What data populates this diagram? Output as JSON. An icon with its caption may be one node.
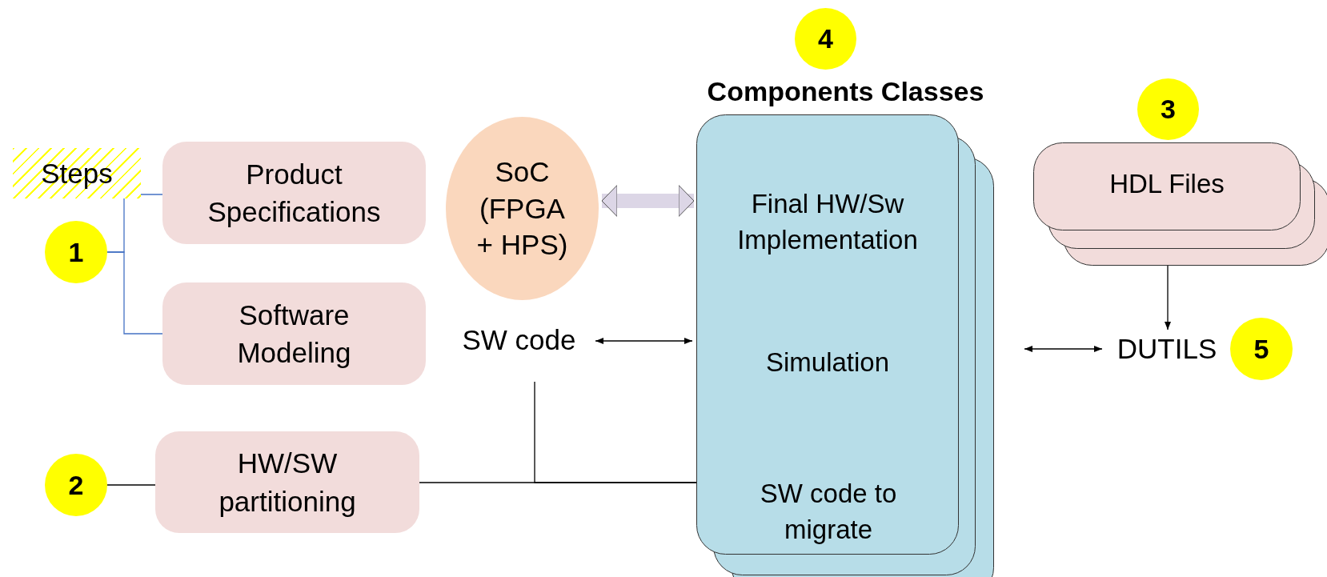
{
  "diagram": {
    "nodes": [
      {
        "text": [
          "1"
        ]
      },
      {
        "text": [
          "Product Specifications"
        ]
      },
      {
        "text": [
          "Software Modeling"
        ]
      },
      {
        "text": [
          "2"
        ]
      },
      {
        "text": [
          "HW/SW partitioning"
        ]
      },
      {
        "text": [
          "SoC (FPGA + HPS)"
        ]
      },
      {
        "text": [
          "SW code"
        ]
      },
      {
        "text": [
          "Components Classes",
          "Final HW/Sw Implementation",
          "Simulation",
          "SW code to migrate"
        ]
      },
      {
        "text": [
          "4"
        ]
      },
      {
        "text": [
          "3"
        ]
      },
      {
        "text": [
          "HDL Files"
        ]
      },
      {
        "text": [
          "DUTILS"
        ]
      },
      {
        "text": [
          "5"
        ]
      }
    ],
    "edges": [
      {
        "from": 0,
        "to": 1,
        "arrow": "none",
        "color": "#4472c4"
      },
      {
        "from": 0,
        "to": 2,
        "arrow": "none",
        "color": "#4472c4"
      },
      {
        "from": 3,
        "to": 4,
        "arrow": "none"
      },
      {
        "from": 4,
        "to": 7,
        "arrow": "none"
      },
      {
        "from": 6,
        "to": 7,
        "arrow": "none"
      },
      {
        "from": 5,
        "to": 7,
        "arrow": "both",
        "style": "thick",
        "color": "#dcd6e6"
      },
      {
        "from": 6,
        "to": 7,
        "arrow": "both"
      },
      {
        "from": 10,
        "to": 11,
        "arrow": "to"
      },
      {
        "from": 7,
        "to": 11,
        "arrow": "both"
      }
    ],
    "labels": [
      "Steps"
    ]
  }
}
